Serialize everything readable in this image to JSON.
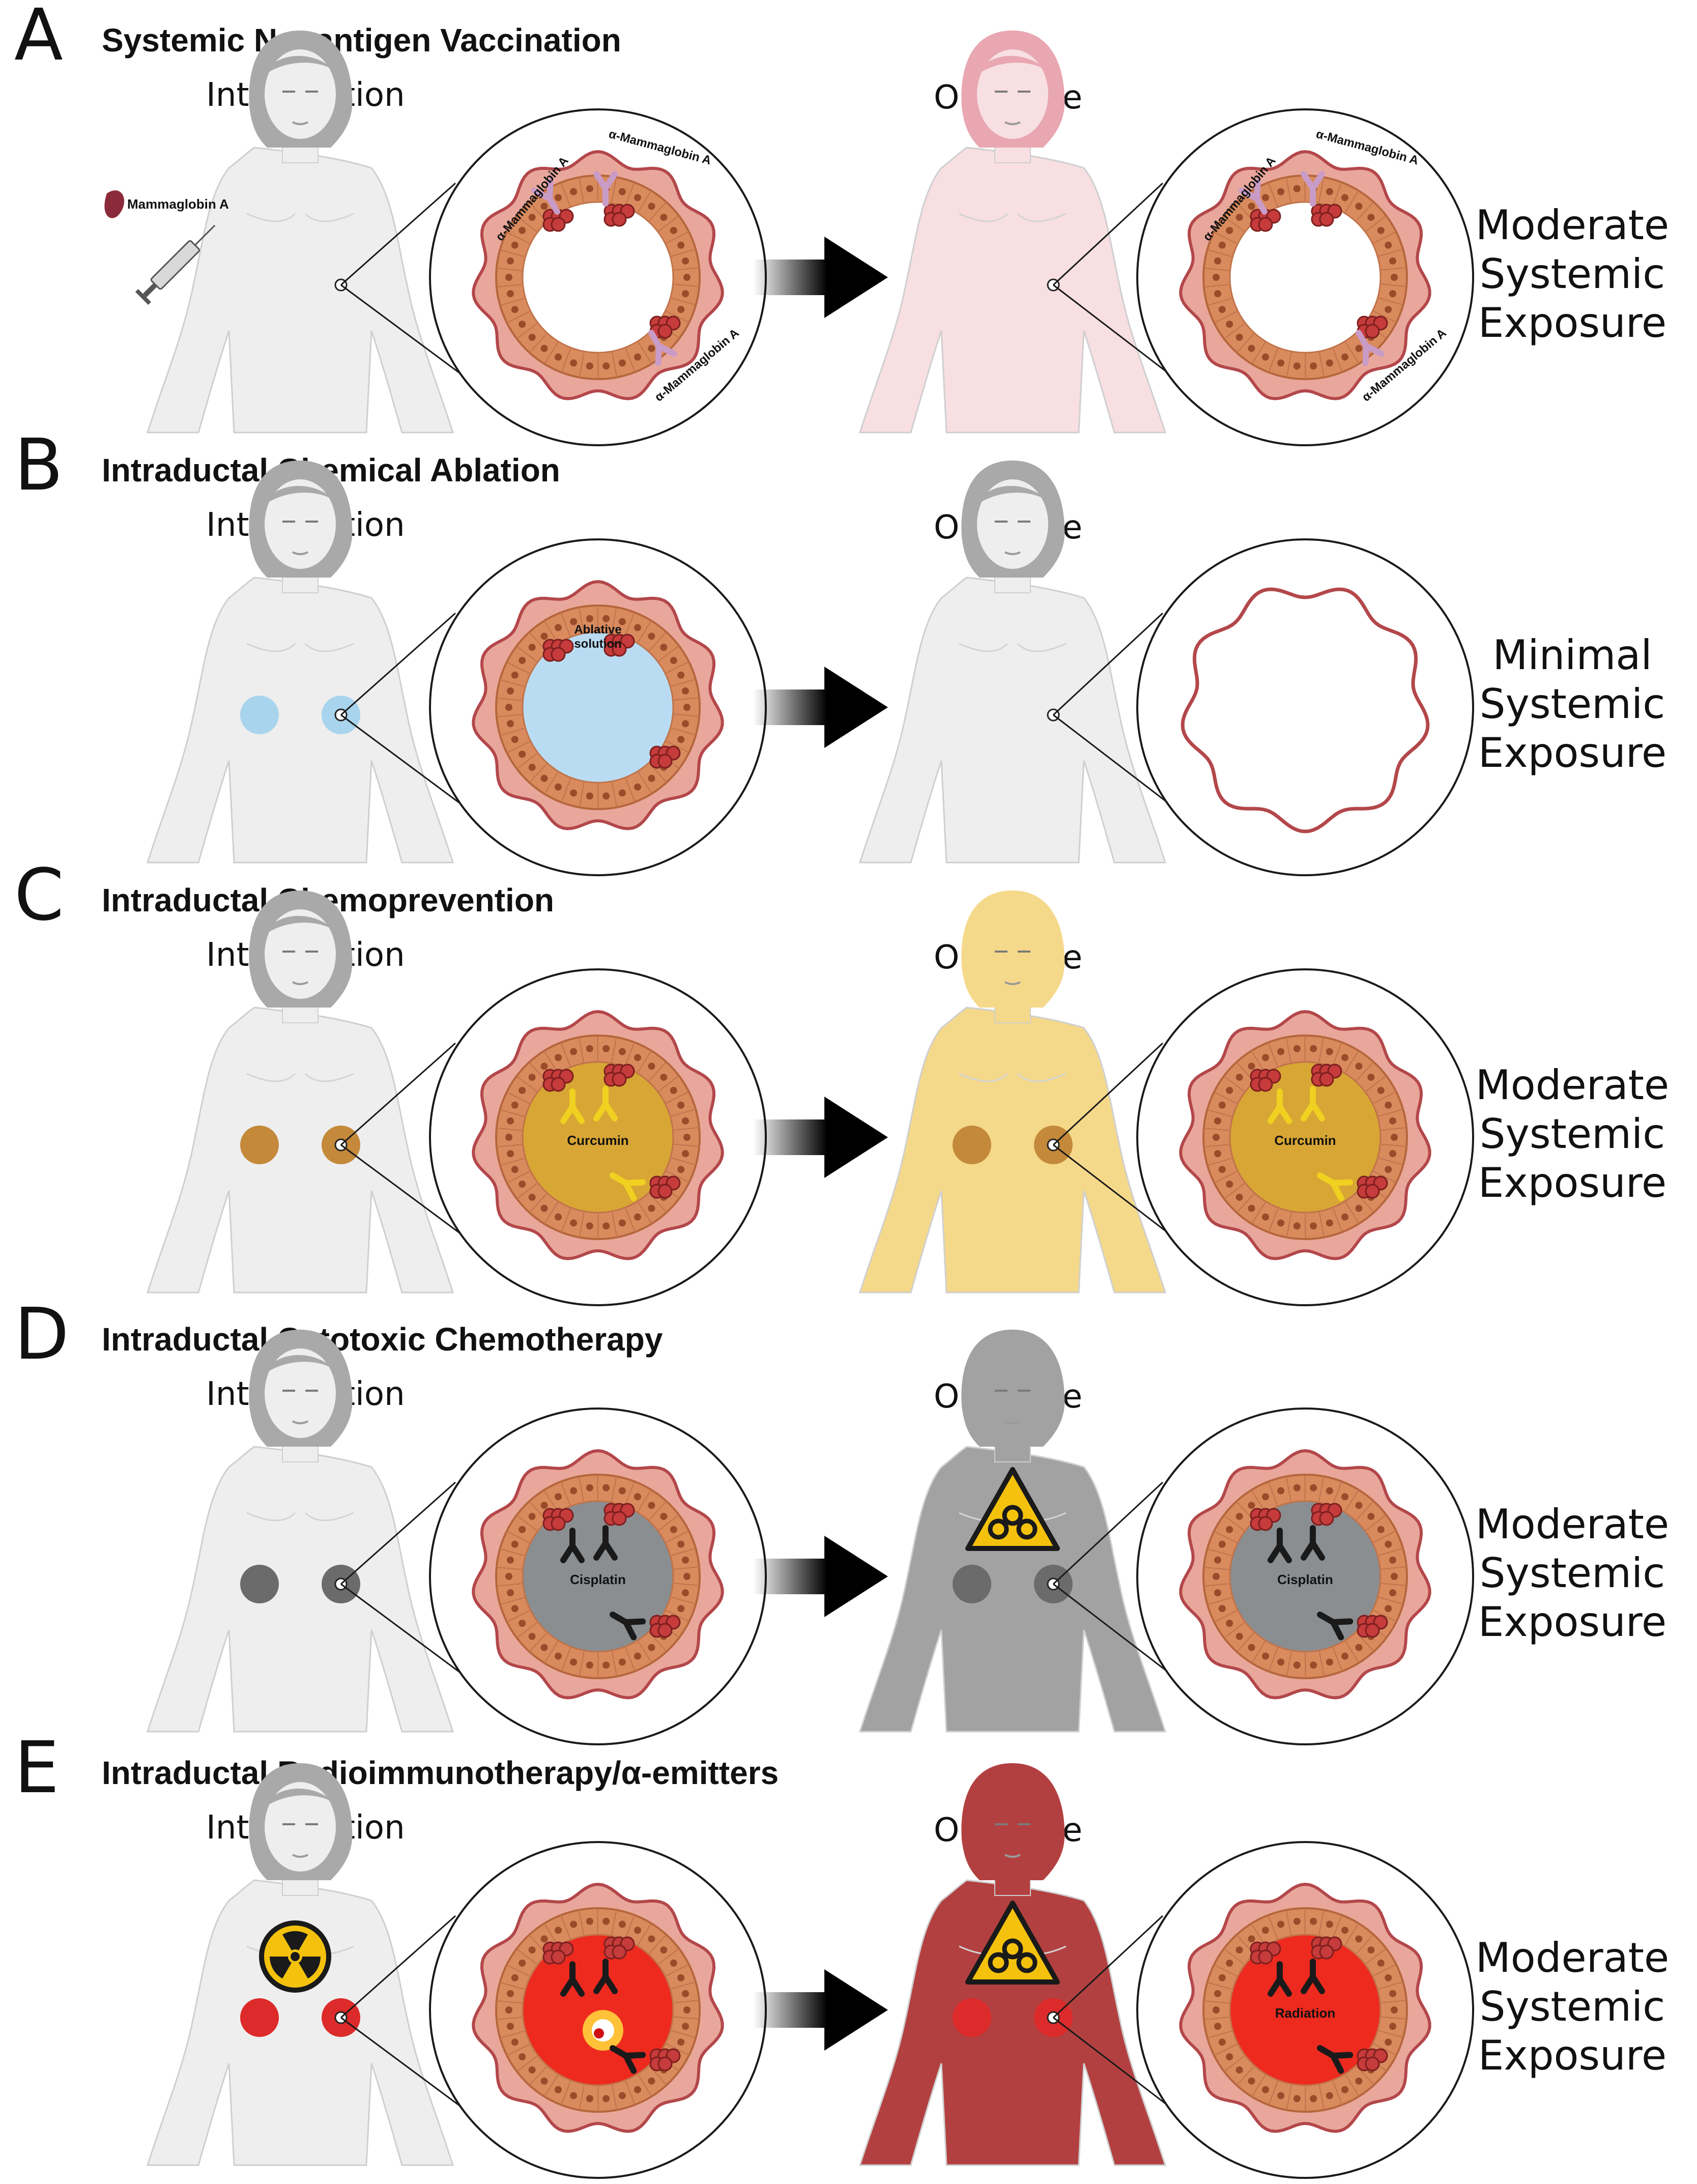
{
  "labels": {
    "intervention": "Intervention",
    "outcome": "Outcome"
  },
  "panels": [
    {
      "letter": "A",
      "title": "Systemic Neoantigen Vaccination",
      "exposure_word": "Moderate",
      "annotations": {
        "antigen": "Mammaglobin A",
        "antibody": "α-Mammaglobin A"
      }
    },
    {
      "letter": "B",
      "title": "Intraductal Chemical Ablation",
      "exposure_word": "Minimal",
      "annotations": {
        "solution_line1": "Ablative",
        "solution_line2": "solution"
      }
    },
    {
      "letter": "C",
      "title": "Intraductal Chemoprevention",
      "exposure_word": "Moderate",
      "annotations": {
        "agent": "Curcumin"
      }
    },
    {
      "letter": "D",
      "title": "Intraductal Cytotoxic Chemotherapy",
      "exposure_word": "Moderate",
      "annotations": {
        "agent": "Cisplatin"
      }
    },
    {
      "letter": "E",
      "title": "Intraductal Radioimmunotherapy/α-emitters",
      "exposure_word": "Moderate",
      "annotations": {
        "agent": "Radiation"
      }
    }
  ],
  "exposure_suffix": {
    "line2": "Systemic",
    "line3": "Exposure"
  },
  "colors": {
    "body_default": "#eeeeee",
    "hair_default": "#a9a9a9",
    "outcome_a": "#f8dfe2",
    "outcome_a_hair": "#e8a7b1",
    "outcome_c": "#f5d98a",
    "outcome_d": "#a2a2a2",
    "outcome_e": "#b34040",
    "breast_b": "#a8d4ee",
    "breast_c": "#c4893a",
    "breast_d": "#6b6b6b",
    "breast_e": "#dd2a2a",
    "lumen_b": "#b9dcf2",
    "lumen_c": "#d8a634",
    "lumen_d": "#8a8e91",
    "lumen_e": "#ee2a1f",
    "duct_wall": "#d98b5e",
    "stroma": "#e9a79b",
    "stroma_edge": "#b3474a"
  },
  "icons": {
    "vaccine": "syringe-icon",
    "hazard": "biohazard-warning-icon",
    "radiation": "radiation-icon",
    "arrow": "right-arrow-icon"
  }
}
